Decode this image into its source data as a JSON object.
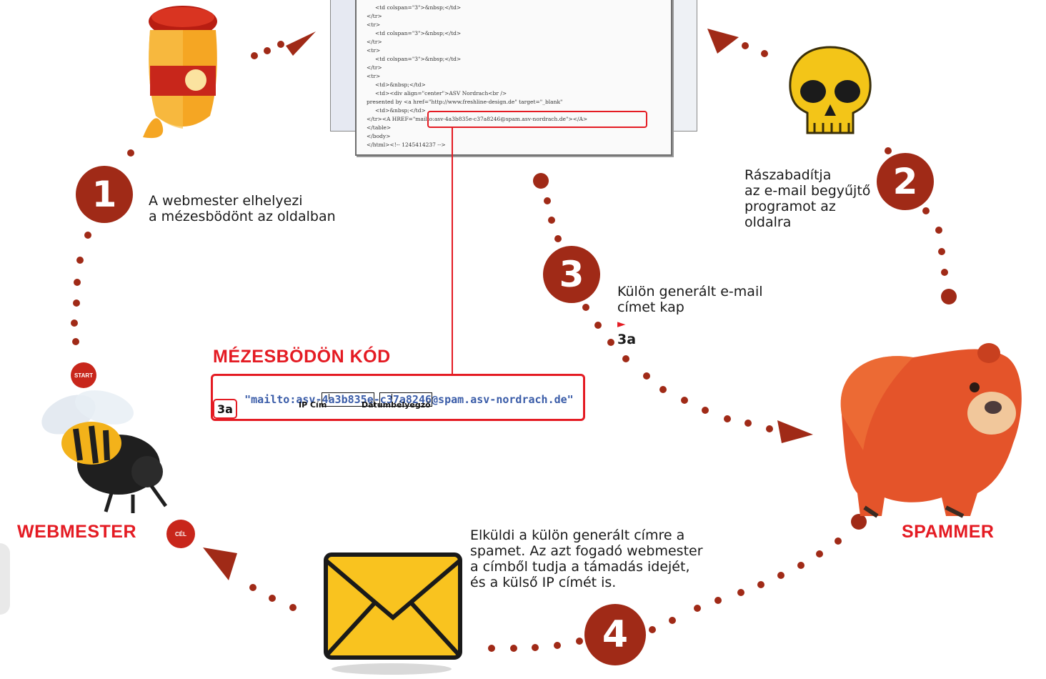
{
  "steps": [
    {
      "number": "1",
      "text": "A webmester elhelyezi\na mézesbödönt az oldalban"
    },
    {
      "number": "2",
      "text": "Rászabadítja\naz e-mail begyűjtő\nprogramot az\noldalra"
    },
    {
      "number": "3",
      "text": "Külön generált e-mail\ncímet kap",
      "ref": "3a",
      "arrow": "►"
    },
    {
      "number": "4",
      "text": "Elküldi a külön generált címre a\nspamet. Az azt fogadó webmester\na címből tudja a támadás idejét,\nés a külső IP címét is."
    }
  ],
  "honeypot": {
    "title": "MÉZESBÖDÖN KÓD",
    "code_prefix": "\"mailto:asv-",
    "ip_part": "4a3b835e",
    "separator": "-",
    "timestamp_part": "c37a8246",
    "code_suffix": "@spam.asv-nordrach.de\"",
    "ip_label": "IP Cím",
    "timestamp_label": "Dátumbélyegző",
    "tag": "3a"
  },
  "actors": {
    "webmaster": "WEBMESTER",
    "spammer": "SPAMMER",
    "start_label": "START",
    "goal_label": "CÉL"
  },
  "code_window": {
    "lines": [
      "<td colspan=\"3\">&nbsp;</td>",
      "</tr>",
      "<tr>",
      "<td colspan=\"3\">&nbsp;</td>",
      "</tr>",
      "<tr>",
      "<td colspan=\"3\">&nbsp;</td>",
      "</tr>",
      "<tr>",
      "<td>&nbsp;</td>",
      "<td><div align=\"center\">ASV Nordrach<br />",
      "presented by <a href=\"http://www.freshline-design.de\" target=\"_blank\"",
      "<td>&nbsp;</td>",
      "</tr><A HREF=\"mailto:asv-4a3b835e-c37a8246@spam.asv-nordrach.de\"></A>",
      "</table>",
      "</body>",
      "</html><!-- 1245414237 -->"
    ]
  },
  "colors": {
    "accent_red": "#e41b23",
    "dot_brown": "#a02a17",
    "envelope_yellow": "#f9c31f"
  },
  "icons": [
    "honey-jar-icon",
    "skull-icon",
    "bee-icon",
    "bear-icon",
    "envelope-icon",
    "arrow-icon"
  ]
}
